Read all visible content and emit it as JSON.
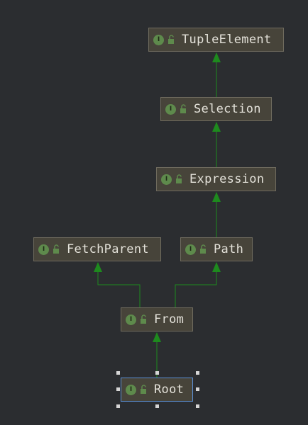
{
  "diagram": {
    "nodes": [
      {
        "id": "tuple-element",
        "label": "TupleElement"
      },
      {
        "id": "selection",
        "label": "Selection"
      },
      {
        "id": "expression",
        "label": "Expression"
      },
      {
        "id": "fetch-parent",
        "label": "FetchParent"
      },
      {
        "id": "path",
        "label": "Path"
      },
      {
        "id": "from",
        "label": "From"
      },
      {
        "id": "root",
        "label": "Root"
      }
    ],
    "edges": [
      {
        "from": "selection",
        "to": "tuple-element"
      },
      {
        "from": "expression",
        "to": "selection"
      },
      {
        "from": "path",
        "to": "expression"
      },
      {
        "from": "from",
        "to": "fetch-parent"
      },
      {
        "from": "from",
        "to": "path"
      },
      {
        "from": "root",
        "to": "from"
      }
    ],
    "selected": "root",
    "icon_letter": "I",
    "colors": {
      "edge": "#1e8a1e",
      "node_fill": "#47443a",
      "node_border": "#6f6b5e",
      "selection": "#5b8fd4",
      "interface_icon": "#5e8a4c",
      "lock_icon": "#5e8a4c"
    }
  }
}
